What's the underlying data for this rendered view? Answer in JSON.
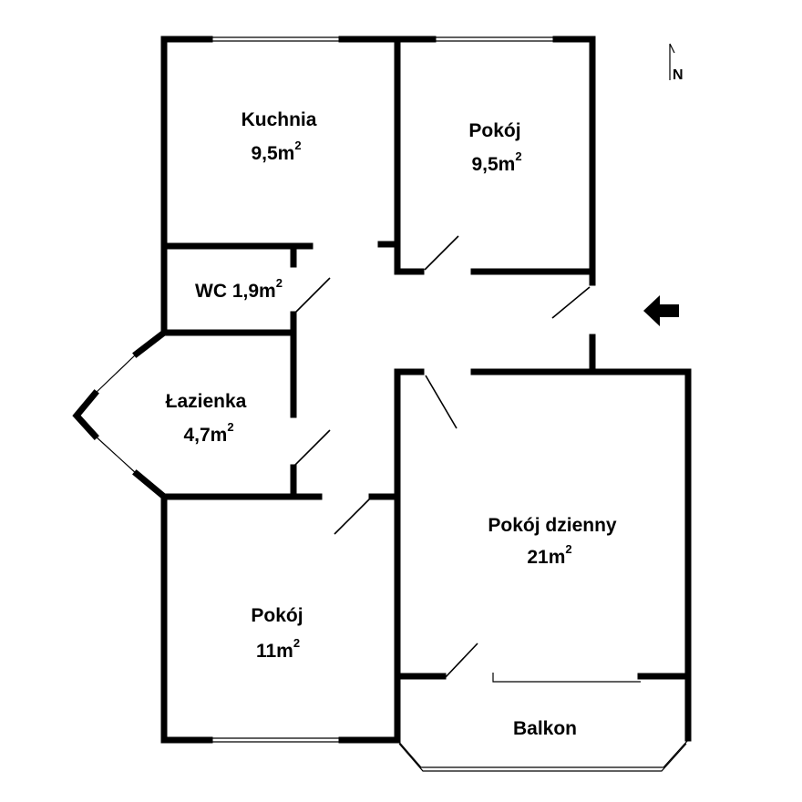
{
  "rooms": {
    "kitchen": {
      "name": "Kuchnia",
      "area": "9,5m",
      "unit_sup": "2"
    },
    "room_ne": {
      "name": "Pokój",
      "area": "9,5m",
      "unit_sup": "2"
    },
    "wc": {
      "name": "WC 1,9m",
      "unit_sup": "2"
    },
    "bathroom": {
      "name": "Łazienka",
      "area": "4,7m",
      "unit_sup": "2"
    },
    "living": {
      "name": "Pokój dzienny",
      "area": "21m",
      "unit_sup": "2"
    },
    "room_sw": {
      "name": "Pokój",
      "area": "11m",
      "unit_sup": "2"
    },
    "balcony": {
      "name": "Balkon"
    }
  },
  "compass": {
    "label": "N"
  },
  "colors": {
    "wall": "#000000",
    "background": "#ffffff"
  },
  "icons": {
    "entrance": "arrow-left-icon",
    "north": "north-arrow-icon"
  }
}
